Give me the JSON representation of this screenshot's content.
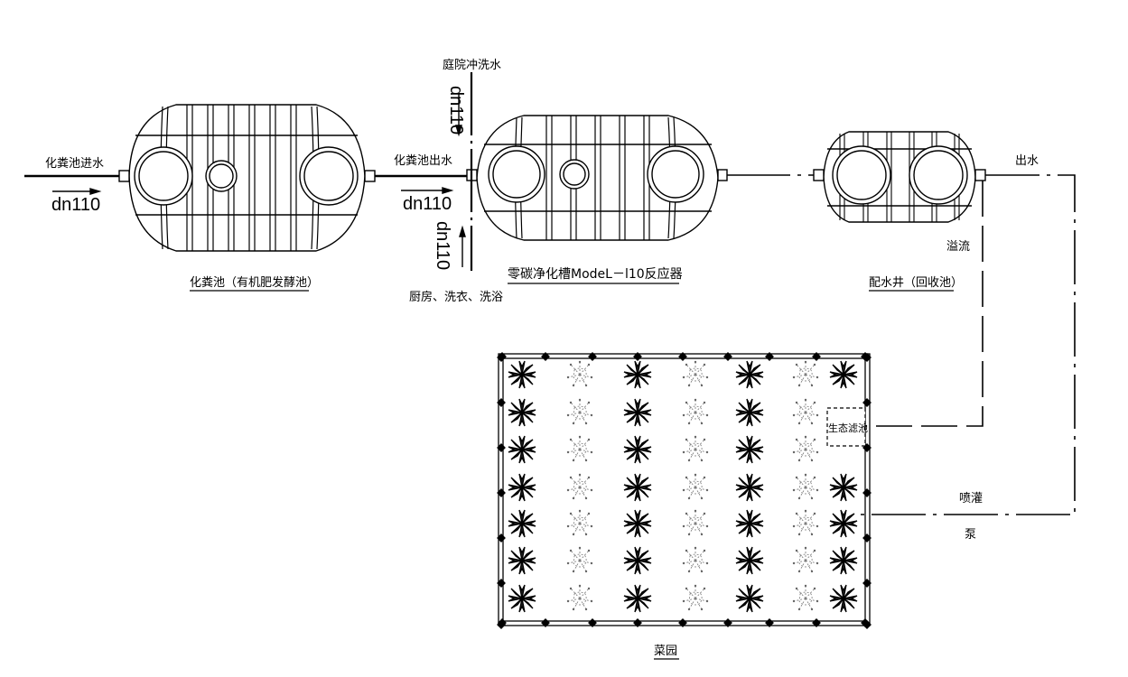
{
  "labels": {
    "septic_inlet": "化粪池进水",
    "septic_inlet_dn": "dn110",
    "septic_tank": "化粪池（有机肥发酵池）",
    "septic_outlet": "化粪池出水",
    "septic_outlet_dn": "dn110",
    "yard_flush": "庭院冲洗水",
    "yard_dn": "dn110",
    "kitchen_dn": "dn110",
    "kitchen_sources": "厨房、洗衣、洗浴",
    "reactor": "零碳净化槽ModeL－l10反应器",
    "distribution_well": "配水井（回收池）",
    "outlet": "出水",
    "overflow": "溢流",
    "eco_filter": "生态滤池",
    "spray": "喷灌",
    "pump": "泵",
    "garden": "菜园"
  },
  "icons": {
    "tank": "tank-icon",
    "plant_dark": "plant-dark-icon",
    "plant_light": "plant-light-icon",
    "arrow": "arrow-icon"
  }
}
